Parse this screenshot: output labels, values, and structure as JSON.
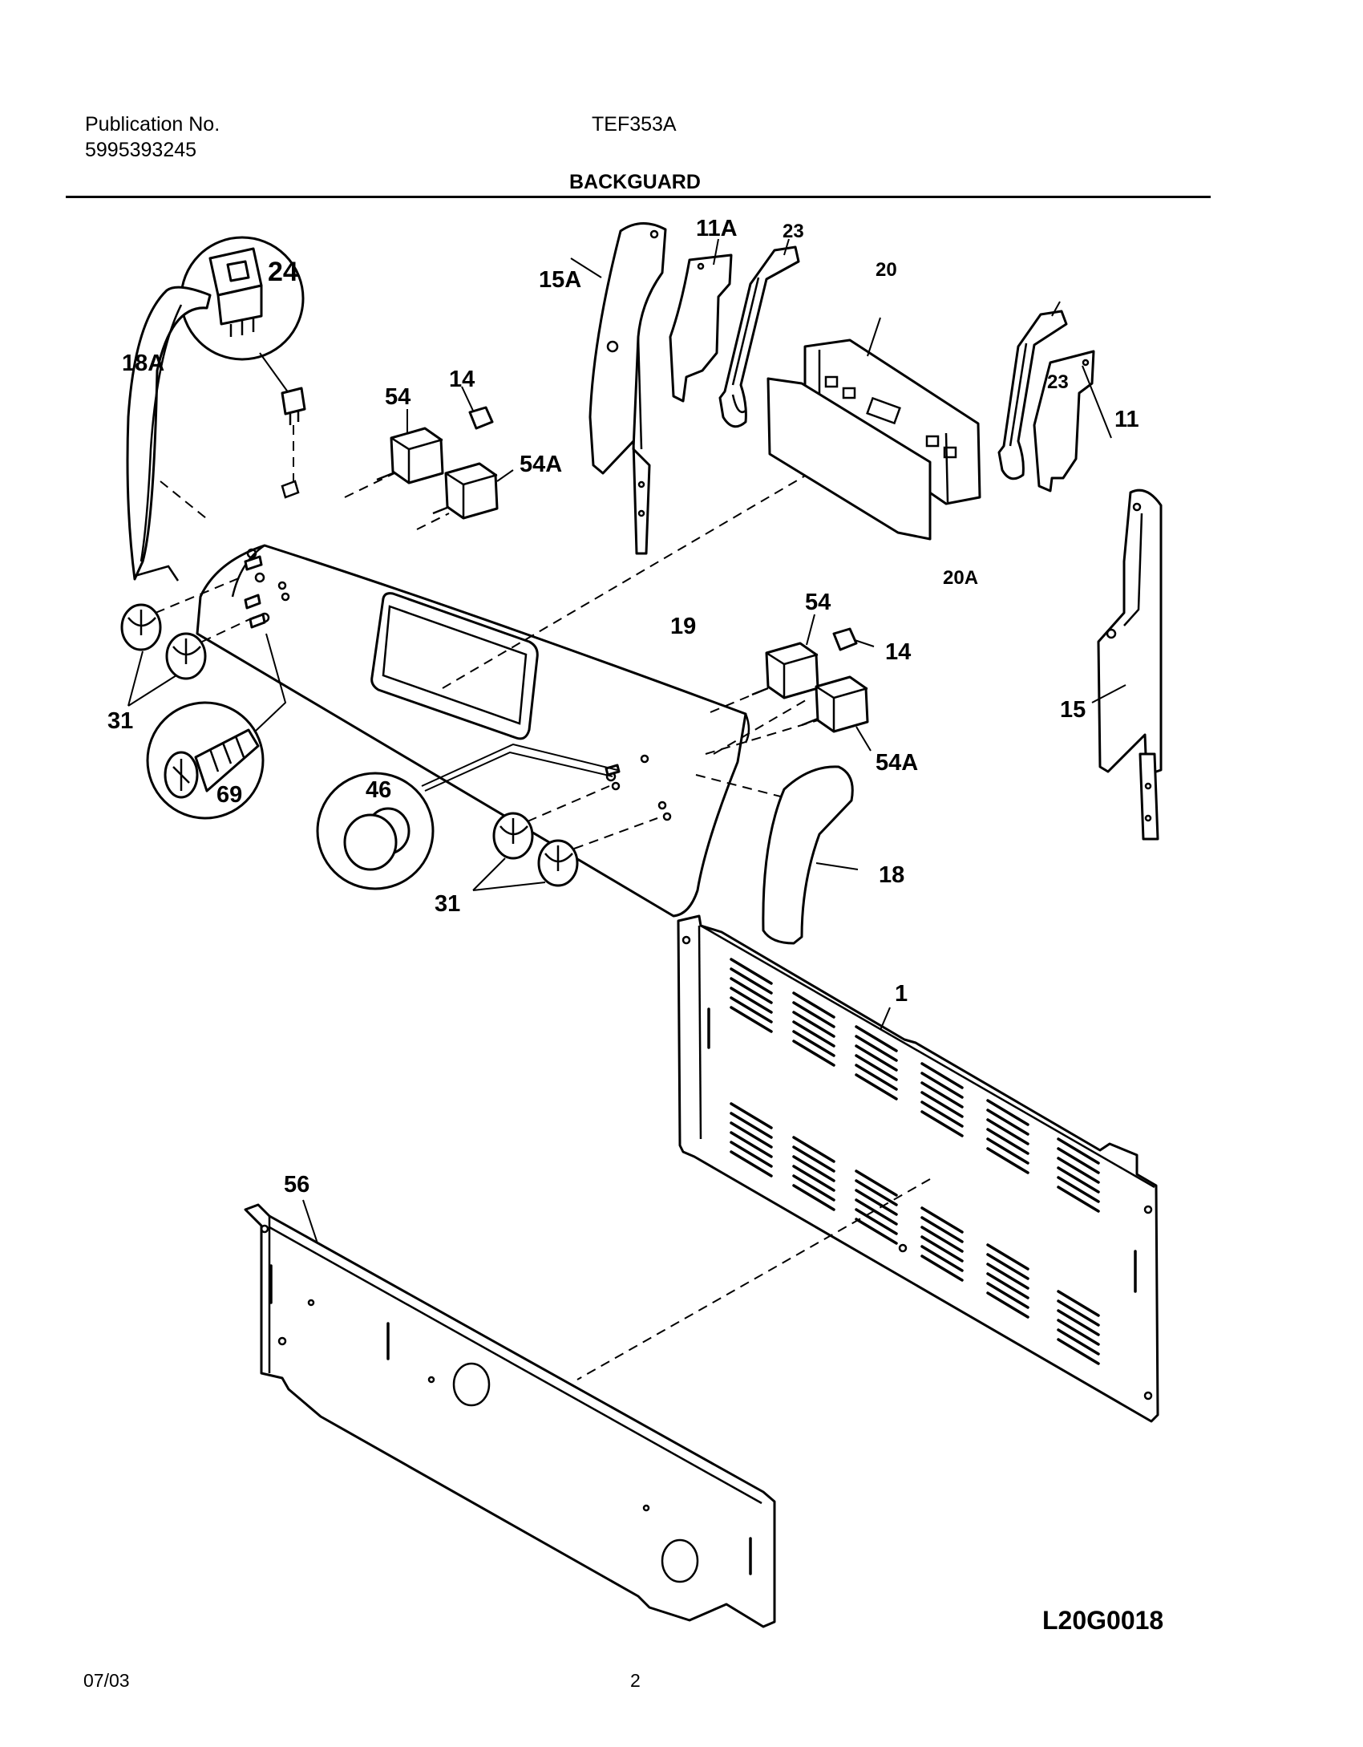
{
  "header": {
    "publication_label": "Publication No.",
    "publication_number": "5995393245",
    "model": "TEF353A",
    "section_title": "BACKGUARD"
  },
  "callouts": {
    "c24": "24",
    "c18A": "18A",
    "c54_top": "54",
    "c14_top": "14",
    "c54A_top": "54A",
    "c15A": "15A",
    "c11A": "11A",
    "c23_top": "23",
    "c20": "20",
    "c23_right": "23",
    "c11": "11",
    "c20A": "20A",
    "c19": "19",
    "c54_mid": "54",
    "c14_mid": "14",
    "c15": "15",
    "c31_left": "31",
    "c69": "69",
    "c46": "46",
    "c54A_mid": "54A",
    "c18": "18",
    "c31_bottom": "31",
    "c1": "1",
    "c56": "56"
  },
  "reference_code": "L20G0018",
  "footer": {
    "date": "07/03",
    "page": "2"
  }
}
